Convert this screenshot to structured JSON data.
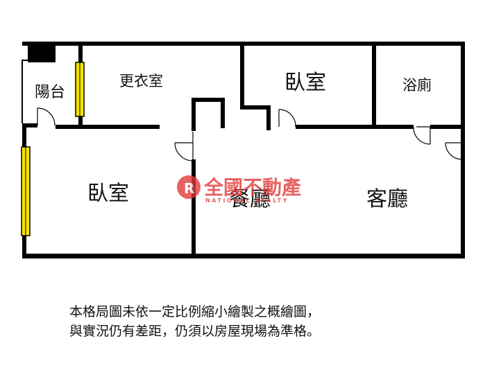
{
  "rooms": {
    "balcony": "陽台",
    "closet": "更衣室",
    "bedroom_top": "臥室",
    "bathroom": "浴廁",
    "bedroom_main": "臥室",
    "dining": "餐廳",
    "living": "客廳"
  },
  "watermark": {
    "brand_zh": "全國不動產",
    "brand_en": "NATIONAL REALTY",
    "color": "#e23b3b"
  },
  "disclaimer": {
    "line1": "本格局圖未依一定比例縮小繪製之概繪圖，",
    "line2": "與實況仍有差距，仍須以房屋現場為準格。"
  },
  "colors": {
    "wall": "#000000",
    "window": "#f5e400"
  }
}
